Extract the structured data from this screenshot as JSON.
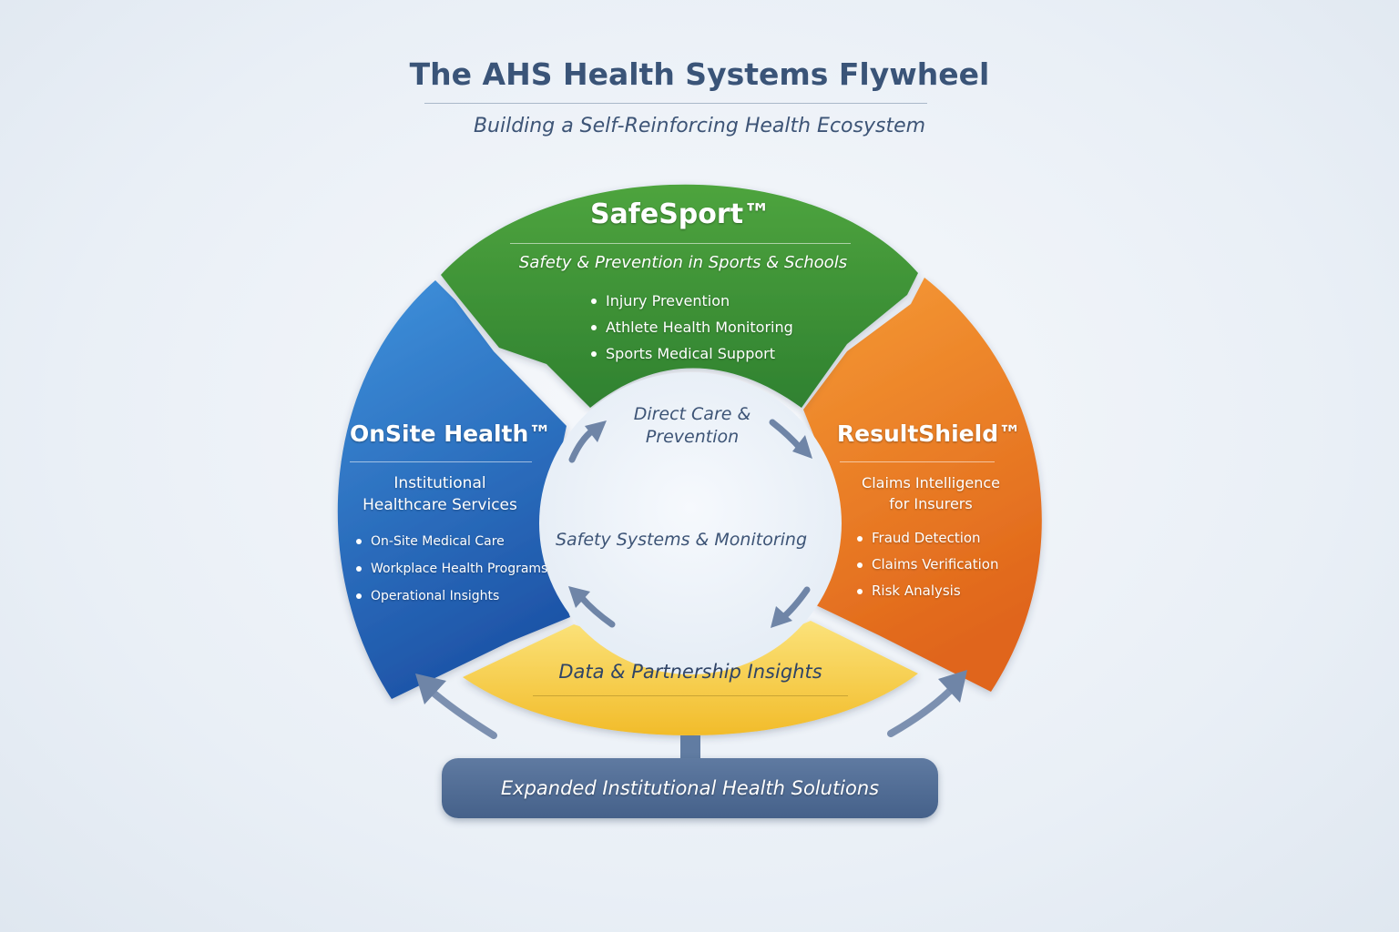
{
  "header": {
    "title": "The AHS Health Systems Flywheel",
    "subtitle": "Building a Self-Reinforcing Health Ecosystem"
  },
  "segments": {
    "safesport": {
      "title": "SafeSport™",
      "subtitle": "Safety & Prevention in Sports & Schools",
      "bullets": [
        "Injury Prevention",
        "Athlete Health Monitoring",
        "Sports Medical Support"
      ],
      "color": "#3a8f35"
    },
    "onsite": {
      "title": "OnSite Health™",
      "subtitle_lines": [
        "Institutional",
        "Healthcare Services"
      ],
      "bullets": [
        "On-Site Medical Care",
        "Workplace Health Programs",
        "Operational Insights"
      ],
      "color": "#2a6fc4"
    },
    "resultshield": {
      "title": "ResultShield™",
      "subtitle_lines": [
        "Claims Intelligence",
        "for Insurers"
      ],
      "bullets": [
        "Fraud Detection",
        "Claims Verification",
        "Risk Analysis"
      ],
      "color": "#ec7a1f"
    },
    "data": {
      "title": "Data & Partnership Insights",
      "color": "#f6c93a"
    }
  },
  "center": {
    "top_lines": [
      "Direct Care &",
      "Prevention"
    ],
    "middle": "Safety Systems & Monitoring"
  },
  "footer": {
    "label": "Expanded Institutional Health Solutions",
    "color": "#4d6a93"
  }
}
